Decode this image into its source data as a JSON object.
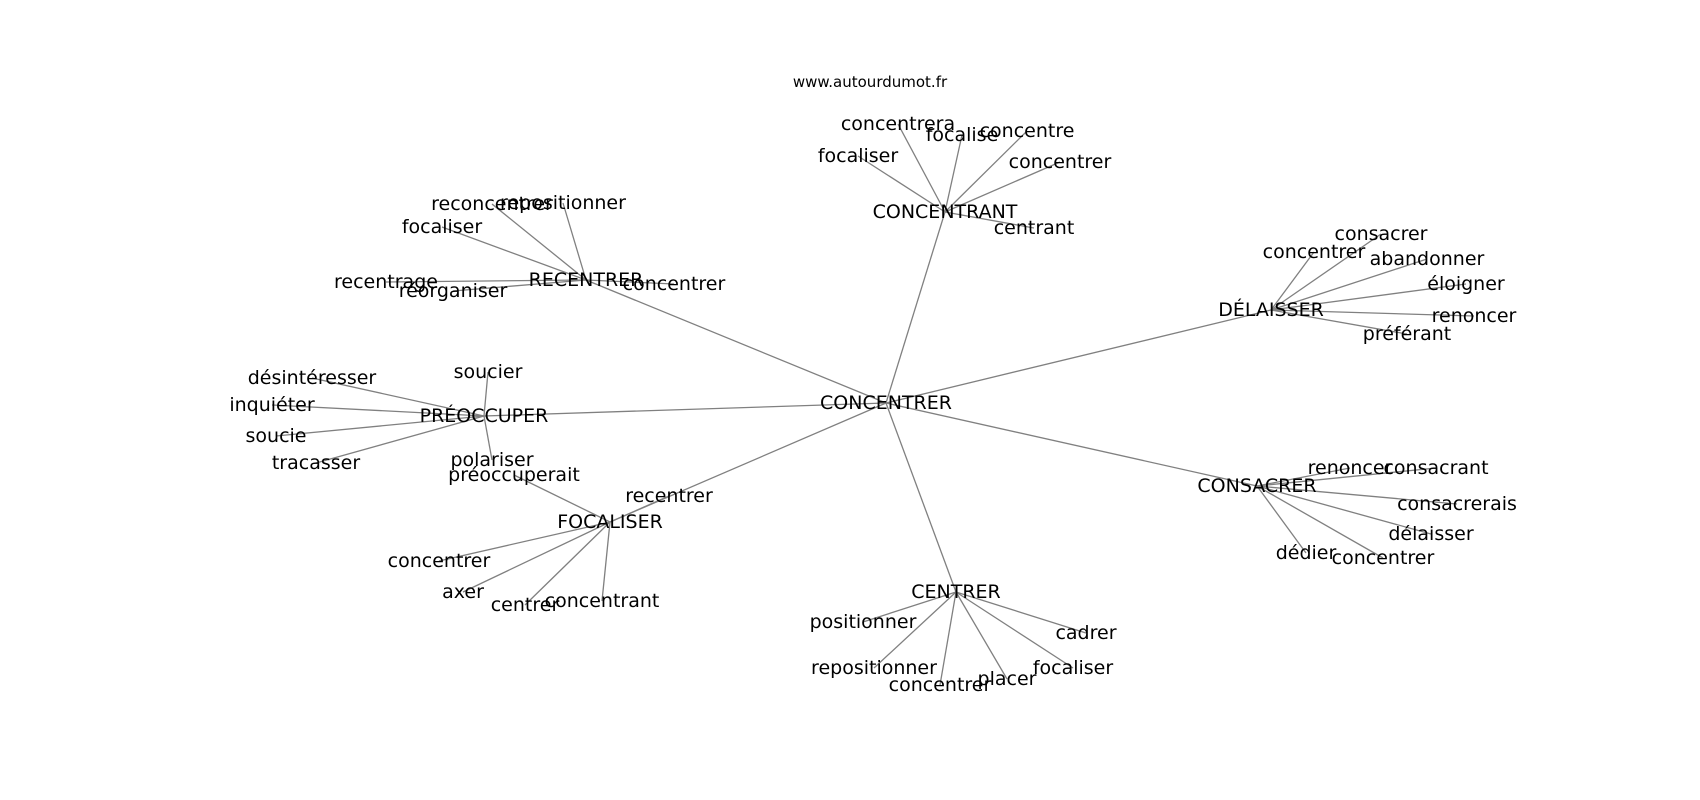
{
  "source": "www.autourdumot.fr",
  "center": "CONCENTRER",
  "groups": [
    {
      "hub": "CONCENTRANT",
      "words": [
        "focaliser",
        "concentrera",
        "focalise",
        "concentre",
        "concentrer",
        "centrant"
      ]
    },
    {
      "hub": "RECENTRER",
      "words": [
        "reconcentrer",
        "repositionner",
        "focaliser",
        "recentrage",
        "réorganiser",
        "concentrer"
      ]
    },
    {
      "hub": "DÉLAISSER",
      "words": [
        "concentrer",
        "consacrer",
        "abandonner",
        "éloigner",
        "renoncer",
        "préférant"
      ]
    },
    {
      "hub": "PRÉOCCUPER",
      "words": [
        "désintéresser",
        "soucier",
        "inquiéter",
        "soucie",
        "tracasser",
        "polariser"
      ]
    },
    {
      "hub": "FOCALISER",
      "words": [
        "préoccuperait",
        "recentrer",
        "concentrer",
        "axer",
        "centrer",
        "concentrant"
      ]
    },
    {
      "hub": "CONSACRER",
      "words": [
        "renoncer",
        "consacrant",
        "consacrerais",
        "délaisser",
        "dédier",
        "concentrer"
      ]
    },
    {
      "hub": "CENTRER",
      "words": [
        "positionner",
        "repositionner",
        "concentrer",
        "placer",
        "focaliser",
        "cadrer"
      ]
    }
  ]
}
